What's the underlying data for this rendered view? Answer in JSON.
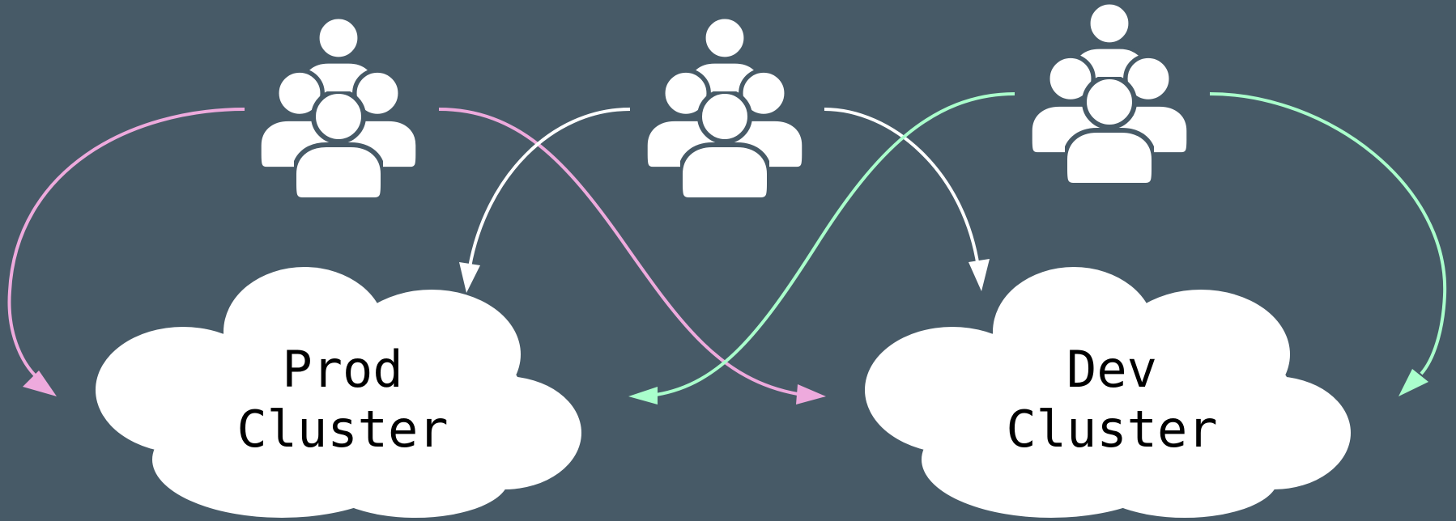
{
  "colors": {
    "background": "#475a67",
    "shape_fill": "#ffffff",
    "group_a_arrow": "#eeaadd",
    "group_b_arrow": "#ffffff",
    "group_c_arrow": "#aaffcc"
  },
  "user_groups": [
    {
      "id": "a",
      "icon": "users-icon"
    },
    {
      "id": "b",
      "icon": "users-icon"
    },
    {
      "id": "c",
      "icon": "users-icon"
    }
  ],
  "clusters": {
    "prod": {
      "line1": "Prod",
      "line2": "Cluster"
    },
    "dev": {
      "line1": "Dev",
      "line2": "Cluster"
    }
  },
  "connections": [
    {
      "from": "a",
      "to": "prod",
      "color": "group_a_arrow"
    },
    {
      "from": "a",
      "to": "dev",
      "color": "group_a_arrow"
    },
    {
      "from": "b",
      "to": "prod",
      "color": "group_b_arrow"
    },
    {
      "from": "b",
      "to": "dev",
      "color": "group_b_arrow"
    },
    {
      "from": "c",
      "to": "prod",
      "color": "group_c_arrow"
    },
    {
      "from": "c",
      "to": "dev",
      "color": "group_c_arrow"
    }
  ]
}
